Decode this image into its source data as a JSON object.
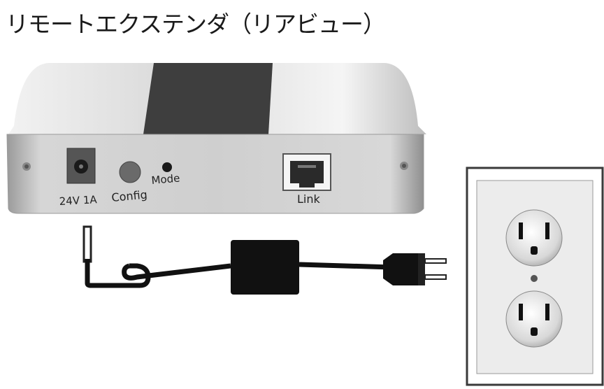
{
  "title": "リモートエクステンダ（リアビュー）",
  "device": {
    "labels": {
      "power": "24V 1A",
      "config": "Config",
      "mode": "Mode",
      "link": "Link"
    }
  },
  "colors": {
    "device_body": "#c9c9c9",
    "device_top_band": "#3e3e3e",
    "cable": "#111111",
    "outlet_plate": "#e8e8e8"
  }
}
